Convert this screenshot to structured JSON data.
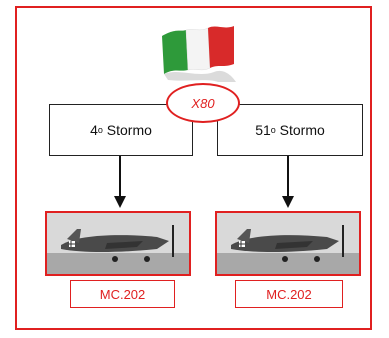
{
  "badge": {
    "label": "X80"
  },
  "units": [
    {
      "ordinal": "4",
      "suffix": "o",
      "name": "Stormo"
    },
    {
      "ordinal": "51",
      "suffix": "o",
      "name": "Stormo"
    }
  ],
  "aircraft": [
    {
      "label": "MC.202"
    },
    {
      "label": "MC.202"
    }
  ],
  "colors": {
    "accent": "#e02020",
    "flag_green": "#2e9a3a",
    "flag_white": "#f4f4f4",
    "flag_red": "#d82a2a"
  }
}
